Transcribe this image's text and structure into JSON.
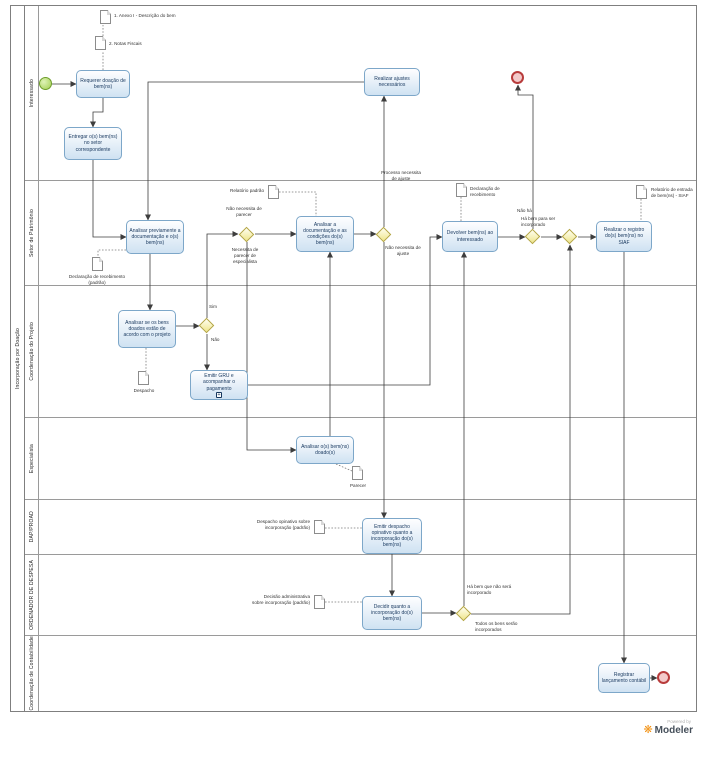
{
  "pool": {
    "label": "Incorporação por Doação"
  },
  "lanes": {
    "interessado": "Interessado",
    "patrimonio": "Setor de Patrimônio",
    "coordenacao_projeto": "Coordenação do Projeto",
    "especialista": "Especialista",
    "dap": "DAP/PROAD",
    "ordenador": "ORDENADOR DE DESPESA",
    "contabilidade": "Coordenação de Contabilidade"
  },
  "annotations": {
    "anexo": "1. Anexo I - Descrição do bem",
    "notas": "2. Notas Fiscais"
  },
  "tasks": {
    "requerer": "Requerer doação de bem(ns)",
    "entregar": "Entregar o(s) bem(ns) no setor correspondente",
    "ajustes": "Realizar ajustes necessários",
    "analisar_prev": "Analisar previamente a documentação e o(s) bem(ns)",
    "analisar_doc": "Analisar a documentação e as condições do(s) bem(ns)",
    "devolver": "Devolver bem(ns) ao interessado",
    "registrar_siaf": "Realizar o registro do(s) bem(ns) no SIAF",
    "analisar_projeto": "Analisar se os bens doados estão de acordo com o projeto",
    "emitir_gru": "Emitir GRU e acompanhar o pagamento",
    "analisar_doados": "Analisar o(s) bem(ns) doado(s)",
    "despacho_opinativo": "Emitir despacho opinativo quanto a incorporação do(s) bem(ns)",
    "decidir": "Decidir quanto a incorporação do(s) bem(ns)",
    "registrar_contabil": "Registrar lançamento contábil"
  },
  "documents": {
    "declaracao_padrao": "Declaração de recebimento (padrão)",
    "relatorio_padrao": "Relatório padrão",
    "declaracao": "Declaração de recebimento",
    "relatorio_siaf": "Relatório de entrada de bem(ns) - SIAF",
    "despacho": "Despacho",
    "parecer": "Parecer",
    "despacho_op": "Despacho opinativo sobre incorporação (padrão)",
    "decisao": "Decisão administrativa sobre incorporação (padrão)"
  },
  "edge_labels": {
    "nao_parecer": "Não necessita de parecer",
    "necessita_parecer": "Necessita de parecer de especialista",
    "necessita_ajuste": "Processo necessita de ajuste",
    "nao_ajuste": "Não necessita de ajuste",
    "sim": "Sim",
    "nao": "Não",
    "nao_ha": "Não há",
    "ha_bem": "Há bem para ser incorporado",
    "nao_incorporado": "Há bem que não será incorporado",
    "todos_incorporados": "Todos os bens serão incorporados"
  },
  "icons": {
    "subprocess_plus": "+",
    "bizagi_flower": "❋"
  },
  "watermark": {
    "powered_by": "Powered by",
    "product": "Modeler"
  },
  "colors": {
    "task_fill": "#cfe2f2",
    "task_border": "#7da7c9",
    "gateway_fill": "#efe58a",
    "start_event": "#a2cf50",
    "end_event": "#b83c3c",
    "brand_orange": "#f29111"
  }
}
